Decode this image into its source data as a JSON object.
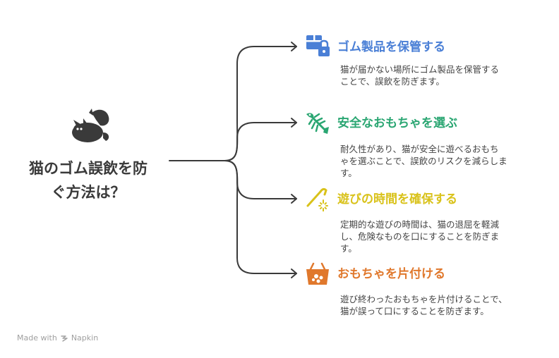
{
  "center": {
    "title_line1": "猫のゴム誤飲を防",
    "title_line2": "ぐ方法は？",
    "icon": "cat-icon"
  },
  "branches": [
    {
      "title": "ゴム製品を保管する",
      "desc_line1": "猫が届かない場所にゴム製品を保管する",
      "desc_line2": "ことで、誤飲を防ぎます。",
      "desc_line3": "",
      "color": "#4a7fd6",
      "icon": "locked-box-icon"
    },
    {
      "title": "安全なおもちゃを選ぶ",
      "desc_line1": "耐久性があり、猫が安全に遊べるおもち",
      "desc_line2": "ゃを選ぶことで、誤飲のリスクを減らしま",
      "desc_line3": "す。",
      "color": "#2aa672",
      "icon": "fish-bone-icon"
    },
    {
      "title": "遊びの時間を確保する",
      "desc_line1": "定期的な遊びの時間は、猫の退屈を軽減",
      "desc_line2": "し、危険なものを口にすることを防ぎま",
      "desc_line3": "す。",
      "color": "#d9c21a",
      "icon": "magic-wand-icon"
    },
    {
      "title": "おもちゃを片付ける",
      "desc_line1": "遊び終わったおもちゃを片付けることで、",
      "desc_line2": "猫が誤って口にすることを防ぎます。",
      "desc_line3": "",
      "color": "#e0782c",
      "icon": "toy-basket-icon"
    }
  ],
  "footer": {
    "made_with": "Made with",
    "brand": "Napkin",
    "icon": "napkin-logo-icon"
  },
  "colors": {
    "connector": "#3a3a3a",
    "title_text": "#3a3a3a"
  }
}
